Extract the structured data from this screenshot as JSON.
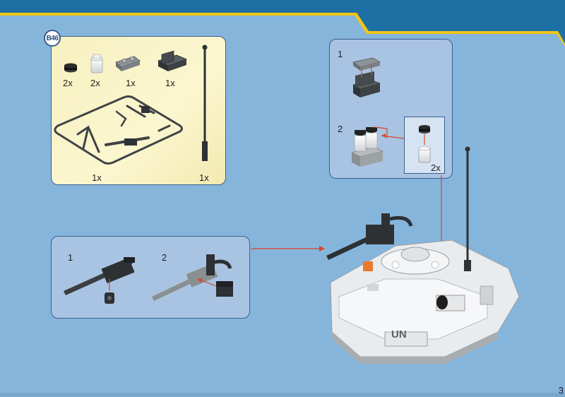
{
  "step_badge": "B46",
  "parts": [
    {
      "name": "round-tile-black",
      "qty": "2x"
    },
    {
      "name": "round-brick-white",
      "qty": "2x"
    },
    {
      "name": "plate-modified-grey",
      "qty": "1x"
    },
    {
      "name": "bracket-dark-grey",
      "qty": "1x"
    }
  ],
  "sprue_qty": "1x",
  "antenna_qty": "1x",
  "substeps_right": {
    "step1": "1",
    "step2": "2",
    "inset_qty": "2x"
  },
  "substeps_gun": {
    "step1": "1",
    "step2": "2"
  },
  "tank_marking": "UN",
  "page_number": "3",
  "colors": {
    "background": "#86b5dc",
    "panel_border": "#3a5f8c",
    "parts_panel": "#f7f1c0",
    "step_panel": "#a9c4e2",
    "band_dark": "#1e6fa3",
    "band_yellow": "#f2c418",
    "arrow": "#d9442a"
  }
}
